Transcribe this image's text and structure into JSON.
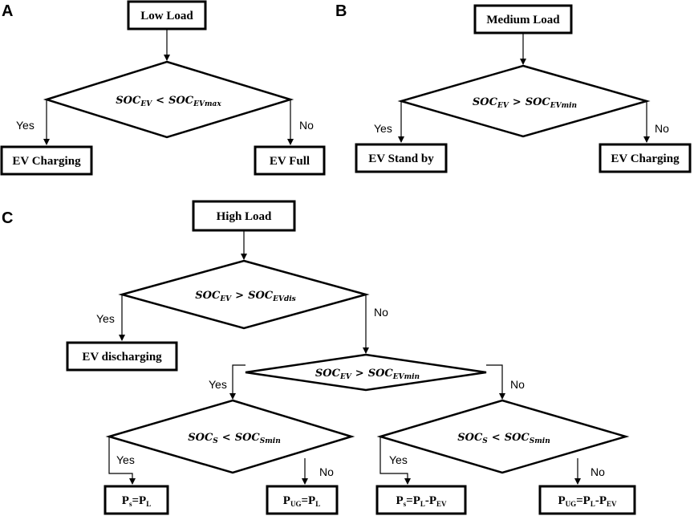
{
  "panels": {
    "a": "A",
    "b": "B",
    "c": "C"
  },
  "a": {
    "start": "Low Load",
    "cond": {
      "lhs": "SOC",
      "lhs_sub": "EV",
      "op": "<",
      "rhs": "SOC",
      "rhs_sub": "EVmax"
    },
    "yes": "Yes",
    "no": "No",
    "yes_result": "EV Charging",
    "no_result": "EV Full"
  },
  "b": {
    "start": "Medium Load",
    "cond": {
      "lhs": "SOC",
      "lhs_sub": "EV",
      "op": ">",
      "rhs": "SOC",
      "rhs_sub": "EVmin"
    },
    "yes": "Yes",
    "no": "No",
    "yes_result": "EV Stand by",
    "no_result": "EV Charging"
  },
  "c": {
    "start": "High Load",
    "cond1": {
      "lhs": "SOC",
      "lhs_sub": "EV",
      "op": ">",
      "rhs": "SOC",
      "rhs_sub": "EVdis"
    },
    "yes1": "Yes",
    "no1": "No",
    "discharge": "EV discharging",
    "cond2": {
      "lhs": "SOC",
      "lhs_sub": "EV",
      "op": ">",
      "rhs": "SOC",
      "rhs_sub": "EVmin"
    },
    "yes2": "Yes",
    "no2": "No",
    "cond3": {
      "lhs": "SOC",
      "lhs_sub": "S",
      "op": "<",
      "rhs": "SOC",
      "rhs_sub": "Smin"
    },
    "yes3": "Yes",
    "no3": "No",
    "cond4": {
      "lhs": "SOC",
      "lhs_sub": "S",
      "op": "<",
      "rhs": "SOC",
      "rhs_sub": "Smin"
    },
    "yes4": "Yes",
    "no4": "No",
    "out1": {
      "p1": "P",
      "s1": "s",
      "eq": "=",
      "p2": "P",
      "s2": "L"
    },
    "out2": {
      "p1": "P",
      "s1": "UG",
      "eq": "=",
      "p2": "P",
      "s2": "L"
    },
    "out3": {
      "p1": "P",
      "s1": "s",
      "eq": "=",
      "p2": "P",
      "s2": "L",
      "minus": "-",
      "p3": "P",
      "s3": "EV"
    },
    "out4": {
      "p1": "P",
      "s1": "UG",
      "eq": "=",
      "p2": "P",
      "s2": "L",
      "minus": "-",
      "p3": "P",
      "s3": "EV"
    }
  }
}
